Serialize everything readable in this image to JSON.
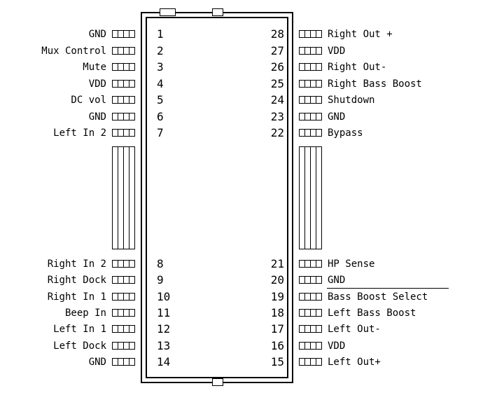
{
  "diagram": {
    "left_pins": [
      {
        "number": "1",
        "label": "GND"
      },
      {
        "number": "2",
        "label": "Mux Control"
      },
      {
        "number": "3",
        "label": "Mute"
      },
      {
        "number": "4",
        "label": "VDD"
      },
      {
        "number": "5",
        "label": "DC vol"
      },
      {
        "number": "6",
        "label": "GND"
      },
      {
        "number": "7",
        "label": "Left In 2"
      },
      {
        "number": "8",
        "label": "Right In 2"
      },
      {
        "number": "9",
        "label": "Right Dock"
      },
      {
        "number": "10",
        "label": "Right In 1"
      },
      {
        "number": "11",
        "label": "Beep In"
      },
      {
        "number": "12",
        "label": "Left In 1"
      },
      {
        "number": "13",
        "label": "Left Dock"
      },
      {
        "number": "14",
        "label": "GND"
      }
    ],
    "right_pins": [
      {
        "number": "28",
        "label": "Right Out +"
      },
      {
        "number": "27",
        "label": "VDD"
      },
      {
        "number": "26",
        "label": "Right Out-"
      },
      {
        "number": "25",
        "label": "Right Bass Boost"
      },
      {
        "number": "24",
        "label": "Shutdown"
      },
      {
        "number": "23",
        "label": "GND"
      },
      {
        "number": "22",
        "label": "Bypass"
      },
      {
        "number": "21",
        "label": "HP Sense"
      },
      {
        "number": "20",
        "label": "GND"
      },
      {
        "number": "19",
        "label": "Bass Boost Select"
      },
      {
        "number": "18",
        "label": "Left Bass Boost"
      },
      {
        "number": "17",
        "label": "Left Out-"
      },
      {
        "number": "16",
        "label": "VDD"
      },
      {
        "number": "15",
        "label": "Left Out+"
      }
    ]
  }
}
